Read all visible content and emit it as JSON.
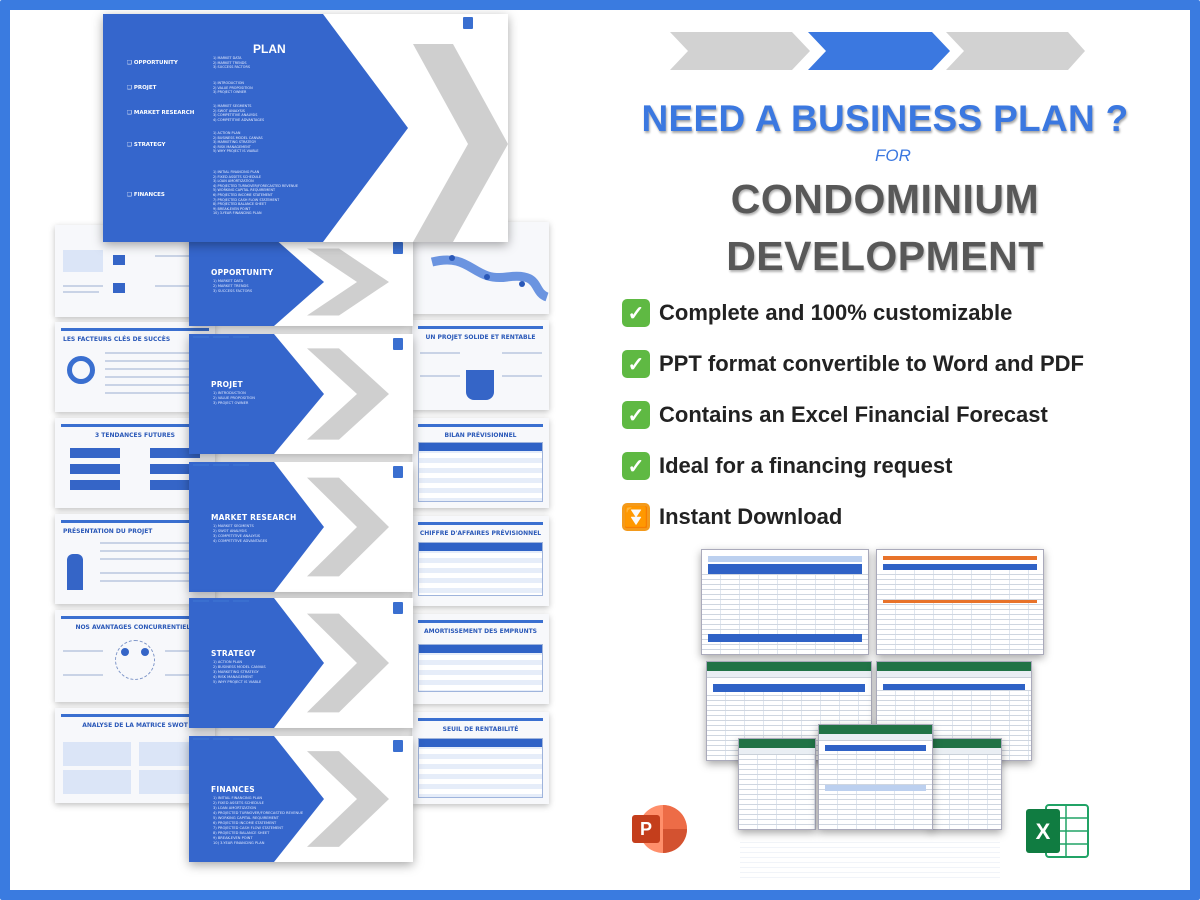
{
  "collage": {
    "plan_slide": {
      "title": "PLAN",
      "items": [
        {
          "label": "OPPORTUNITY",
          "subs": "1) MARKET DATA\n2) MARKET TRENDS\n3) SUCCESS FACTORS"
        },
        {
          "label": "PROJET",
          "subs": "1) INTRODUCTION\n2) VALUE PROPOSITION\n3) PROJECT OWNER"
        },
        {
          "label": "MARKET RESEARCH",
          "subs": "1) MARKET SEGMENTS\n2) SWOT ANALYSIS\n3) COMPETITIVE ANALYSIS\n4) COMPETITIVE ADVANTAGES"
        },
        {
          "label": "STRATEGY",
          "subs": "1) ACTION PLAN\n2) BUSINESS MODEL CANVAS\n3) MARKETING STRATEGY\n4) RISK MANAGEMENT\n5) WHY PROJECT IS VIABLE"
        },
        {
          "label": "FINANCES",
          "subs": "1) INITIAL FINANCING PLAN\n2) FIXED ASSETS SCHEDULE\n3) LOAN AMORTIZATION\n4) PROJECTED TURNOVER/FORECASTED REVENUE\n5) WORKING CAPITAL REQUIREMENT\n6) PROJECTED INCOME STATEMENT\n7) PROJECTED CASH FLOW STATEMENT\n8) PROJECTED BALANCE SHEET\n9) BREAK-EVEN POINT\n10) 3-YEAR FINANCING PLAN"
        }
      ]
    },
    "section_slides": [
      {
        "label": "OPPORTUNITY",
        "subs": "1) MARKET DATA\n2) MARKET TRENDS\n3) SUCCESS FACTORS"
      },
      {
        "label": "PROJET",
        "subs": "1) INTRODUCTION\n2) VALUE PROPOSITION\n3) PROJECT OWNER"
      },
      {
        "label": "MARKET RESEARCH",
        "subs": "1) MARKET SEGMENTS\n2) SWOT ANALYSIS\n3) COMPETITIVE ANALYSIS\n4) COMPETITIVE ADVANTAGES"
      },
      {
        "label": "STRATEGY",
        "subs": "1) ACTION PLAN\n2) BUSINESS MODEL CANVAS\n3) MARKETING STRATEGY\n4) RISK MANAGEMENT\n5) WHY PROJECT IS VIABLE"
      },
      {
        "label": "FINANCES",
        "subs": "1) INITIAL FINANCING PLAN\n2) FIXED ASSETS SCHEDULE\n3) LOAN AMORTIZATION\n4) PROJECTED TURNOVER/FORECASTED REVENUE\n5) WORKING CAPITAL REQUIREMENT\n6) PROJECTED INCOME STATEMENT\n7) PROJECTED CASH FLOW STATEMENT\n8) PROJECTED BALANCE SHEET\n9) BREAK-EVEN POINT\n10) 3-YEAR FINANCING PLAN"
      }
    ],
    "right_slide_titles": [
      "UN PROJET SOLIDE ET RENTABLE",
      "BILAN PRÉVISIONNEL",
      "CHIFFRE D'AFFAIRES PRÉVISIONNEL",
      "AMORTISSEMENT DES EMPRUNTS",
      "SEUIL DE RENTABILITÉ"
    ],
    "left_slide_titles": [
      "LES FACTEURS CLÉS DE SUCCÈS",
      "3 TENDANCES FUTURES",
      "PRÉSENTATION DU PROJET",
      "NOS AVANTAGES CONCURRENTIELS",
      "ANALYSE DE LA MATRICE SWOT"
    ]
  },
  "headline": {
    "line1": "NEED A BUSINESS PLAN ?",
    "for": "FOR",
    "line2": "CONDOMINIUM",
    "line3": "DEVELOPMENT"
  },
  "features": [
    {
      "icon": "check-icon",
      "text": "Complete and 100% customizable"
    },
    {
      "icon": "check-icon",
      "text": "PPT format convertible to Word and PDF"
    },
    {
      "icon": "check-icon",
      "text": "Contains an Excel Financial Forecast"
    },
    {
      "icon": "check-icon",
      "text": "Ideal for a financing request"
    },
    {
      "icon": "download-icon",
      "text": "Instant Download"
    }
  ],
  "logos": {
    "powerpoint_letter": "P",
    "excel_letter": "X"
  },
  "colors": {
    "brand_blue": "#3b78e0",
    "slide_blue": "#3566cc",
    "grey_text": "#585858",
    "check_green": "#5fb943",
    "download_orange": "#f39a1c",
    "excel_green": "#217346",
    "ppt_red": "#d24726"
  }
}
